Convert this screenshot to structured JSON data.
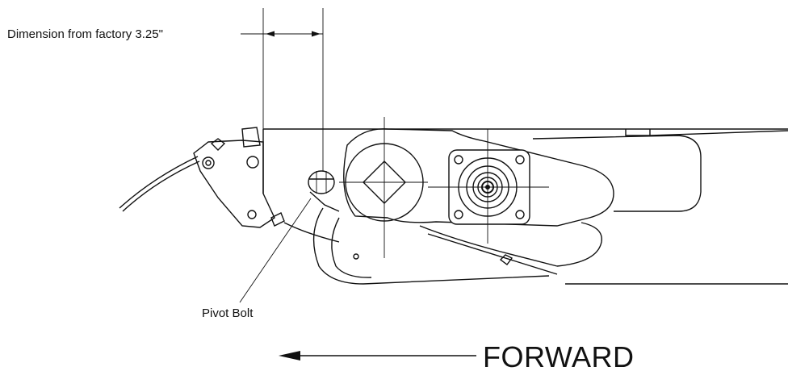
{
  "labels": {
    "dimension": "Dimension from factory 3.25\"",
    "pivot_bolt": "Pivot Bolt",
    "direction": "FORWARD"
  },
  "colors": {
    "line": "#111111",
    "background": "#ffffff"
  }
}
